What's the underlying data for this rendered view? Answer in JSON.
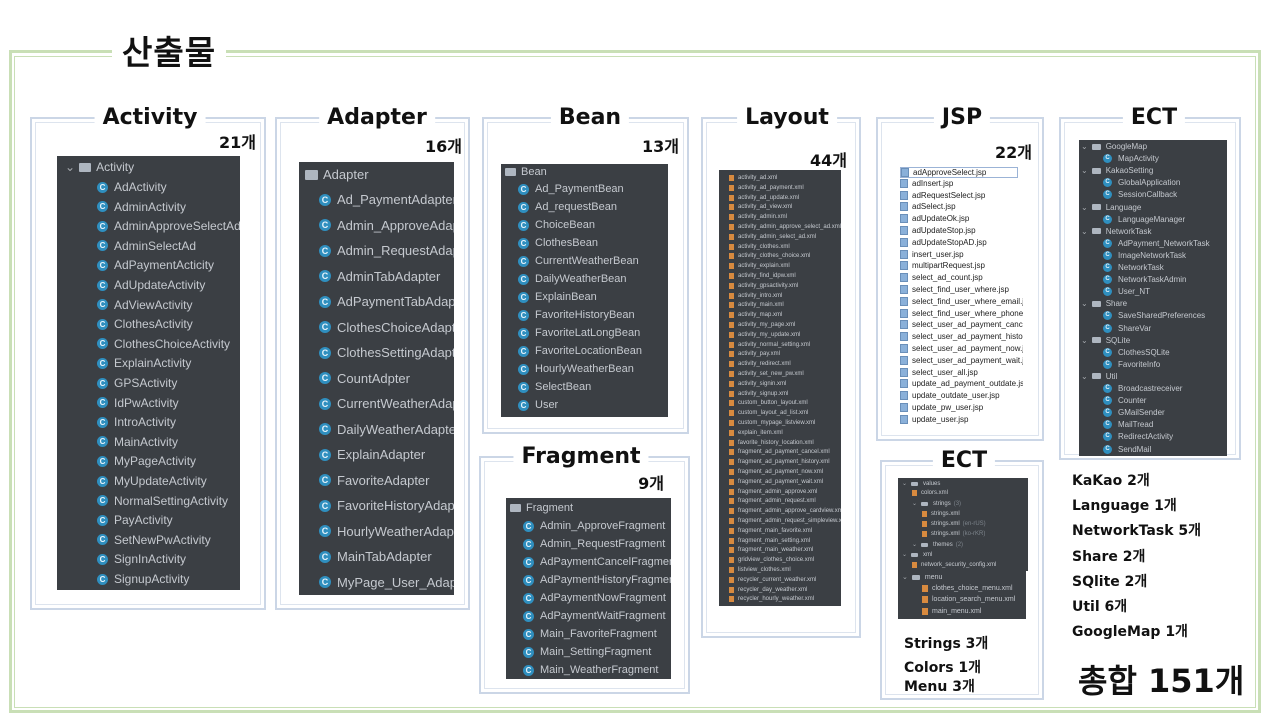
{
  "main_title": "산출물",
  "total": "총합 151개",
  "activity": {
    "title": "Activity",
    "count": "21개",
    "root": "Activity",
    "items": [
      "AdActivity",
      "AdminActivity",
      "AdminApproveSelectAd",
      "AdminSelectAd",
      "AdPaymentActicity",
      "AdUpdateActivity",
      "AdViewActivity",
      "ClothesActivity",
      "ClothesChoiceActivity",
      "ExplainActivity",
      "GPSActivity",
      "IdPwActivity",
      "IntroActivity",
      "MainActivity",
      "MyPageActivity",
      "MyUpdateActivity",
      "NormalSettingActivity",
      "PayActivity",
      "SetNewPwActivity",
      "SignInActivity",
      "SignupActivity"
    ]
  },
  "adapter": {
    "title": "Adapter",
    "count": "16개",
    "root": "Adapter",
    "items": [
      "Ad_PaymentAdapter",
      "Admin_ApproveAdapter",
      "Admin_RequestAdapter",
      "AdminTabAdapter",
      "AdPaymentTabAdapter",
      "ClothesChoiceAdapter",
      "ClothesSettingAdapter",
      "CountAdpter",
      "CurrentWeatherAdapter",
      "DailyWeatherAdapter",
      "ExplainAdapter",
      "FavoriteAdapter",
      "FavoriteHistoryAdapter",
      "HourlyWeatherAdapter",
      "MainTabAdapter",
      "MyPage_User_Adapter"
    ]
  },
  "bean": {
    "title": "Bean",
    "count": "13개",
    "root": "Bean",
    "items": [
      "Ad_PaymentBean",
      "Ad_requestBean",
      "ChoiceBean",
      "ClothesBean",
      "CurrentWeatherBean",
      "DailyWeatherBean",
      "ExplainBean",
      "FavoriteHistoryBean",
      "FavoriteLatLongBean",
      "FavoriteLocationBean",
      "HourlyWeatherBean",
      "SelectBean",
      "User"
    ]
  },
  "fragment": {
    "title": "Fragment",
    "count": "9개",
    "root": "Fragment",
    "items": [
      "Admin_ApproveFragment",
      "Admin_RequestFragment",
      "AdPaymentCancelFragment",
      "AdPaymentHistoryFragment",
      "AdPaymentNowFragment",
      "AdPaymentWaitFragment",
      "Main_FavoriteFragment",
      "Main_SettingFragment",
      "Main_WeatherFragment"
    ]
  },
  "layout": {
    "title": "Layout",
    "count": "44개",
    "items": [
      "activity_ad.xml",
      "activity_ad_payment.xml",
      "activity_ad_update.xml",
      "activity_ad_view.xml",
      "activity_admin.xml",
      "activity_admin_approve_select_ad.xml",
      "activity_admin_select_ad.xml",
      "activity_clothes.xml",
      "activity_clothes_choice.xml",
      "activity_explain.xml",
      "activity_find_idpw.xml",
      "activity_gpsactivity.xml",
      "activity_intro.xml",
      "activity_main.xml",
      "activity_map.xml",
      "activity_my_page.xml",
      "activity_my_update.xml",
      "activity_normal_setting.xml",
      "activity_pay.xml",
      "activity_redirect.xml",
      "activity_set_new_pw.xml",
      "activity_signin.xml",
      "activity_signup.xml",
      "custom_button_layout.xml",
      "custom_layout_ad_list.xml",
      "custom_mypage_listview.xml",
      "explain_item.xml",
      "favorite_history_location.xml",
      "fragment_ad_payment_cancel.xml",
      "fragment_ad_payment_history.xml",
      "fragment_ad_payment_now.xml",
      "fragment_ad_payment_wait.xml",
      "fragment_admin_approve.xml",
      "fragment_admin_request.xml",
      "fragment_admin_approve_cardview.xml",
      "fragment_admin_request_simpleview.xml",
      "fragment_main_favorite.xml",
      "fragment_main_setting.xml",
      "fragment_main_weather.xml",
      "gridview_clothes_choice.xml",
      "listview_clothes.xml",
      "recycler_current_weather.xml",
      "recycler_day_weather.xml",
      "recycler_hourly_weather.xml"
    ]
  },
  "jsp": {
    "title": "JSP",
    "count": "22개",
    "items": [
      "adApproveSelect.jsp",
      "adInsert.jsp",
      "adRequestSelect.jsp",
      "adSelect.jsp",
      "adUpdateOk.jsp",
      "adUpdateStop.jsp",
      "adUpdateStopAD.jsp",
      "insert_user.jsp",
      "multipartRequest.jsp",
      "select_ad_count.jsp",
      "select_find_user_where.jsp",
      "select_find_user_where_email.jsp",
      "select_find_user_where_phone.jsp",
      "select_user_ad_payment_cancel.jsp",
      "select_user_ad_payment_history.jsp",
      "select_user_ad_payment_now.jsp",
      "select_user_ad_payment_wait.jsp",
      "select_user_all.jsp",
      "update_ad_payment_outdate.jsp",
      "update_outdate_user.jsp",
      "update_pw_user.jsp",
      "update_user.jsp"
    ]
  },
  "ect_res": {
    "title": "ECT",
    "rows": [
      {
        "depth": 0,
        "kind": "folder",
        "text": "values"
      },
      {
        "depth": 1,
        "kind": "xml",
        "text": "colors.xml"
      },
      {
        "depth": 1,
        "kind": "folder",
        "text": "strings",
        "note": "(3)"
      },
      {
        "depth": 2,
        "kind": "xml",
        "text": "strings.xml"
      },
      {
        "depth": 2,
        "kind": "xml",
        "text": "strings.xml",
        "note": "(en-rUS)"
      },
      {
        "depth": 2,
        "kind": "xml",
        "text": "strings.xml",
        "note": "(ko-rKR)"
      },
      {
        "depth": 1,
        "kind": "folder",
        "text": "themes",
        "note": "(2)"
      },
      {
        "depth": 0,
        "kind": "folder",
        "text": "xml"
      },
      {
        "depth": 1,
        "kind": "xml",
        "text": "network_security_config.xml"
      }
    ],
    "menu_rows": [
      {
        "depth": 0,
        "kind": "folder",
        "text": "menu"
      },
      {
        "depth": 1,
        "kind": "xml",
        "text": "clothes_choice_menu.xml"
      },
      {
        "depth": 1,
        "kind": "xml",
        "text": "location_search_menu.xml"
      },
      {
        "depth": 1,
        "kind": "xml",
        "text": "main_menu.xml"
      }
    ],
    "summary": [
      "Strings 3개",
      "Colors 1개",
      "Menu 3개"
    ]
  },
  "ect_pkg": {
    "title": "ECT",
    "rows": [
      {
        "depth": 0,
        "kind": "folder",
        "text": "GoogleMap"
      },
      {
        "depth": 1,
        "kind": "class",
        "text": "MapActivity"
      },
      {
        "depth": 0,
        "kind": "folder",
        "text": "KakaoSetting"
      },
      {
        "depth": 1,
        "kind": "class",
        "text": "GlobalApplication"
      },
      {
        "depth": 1,
        "kind": "class",
        "text": "SessionCallback"
      },
      {
        "depth": 0,
        "kind": "folder",
        "text": "Language"
      },
      {
        "depth": 1,
        "kind": "class",
        "text": "LanguageManager"
      },
      {
        "depth": 0,
        "kind": "folder",
        "text": "NetworkTask"
      },
      {
        "depth": 1,
        "kind": "class",
        "text": "AdPayment_NetworkTask"
      },
      {
        "depth": 1,
        "kind": "class",
        "text": "ImageNetworkTask"
      },
      {
        "depth": 1,
        "kind": "class",
        "text": "NetworkTask"
      },
      {
        "depth": 1,
        "kind": "class",
        "text": "NetworkTaskAdmin"
      },
      {
        "depth": 1,
        "kind": "class",
        "text": "User_NT"
      },
      {
        "depth": 0,
        "kind": "folder",
        "text": "Share"
      },
      {
        "depth": 1,
        "kind": "class",
        "text": "SaveSharedPreferences"
      },
      {
        "depth": 1,
        "kind": "class",
        "text": "ShareVar"
      },
      {
        "depth": 0,
        "kind": "folder",
        "text": "SQLite"
      },
      {
        "depth": 1,
        "kind": "class",
        "text": "ClothesSQLite"
      },
      {
        "depth": 1,
        "kind": "class",
        "text": "FavoriteInfo"
      },
      {
        "depth": 0,
        "kind": "folder",
        "text": "Util"
      },
      {
        "depth": 1,
        "kind": "class",
        "text": "Broadcastreceiver"
      },
      {
        "depth": 1,
        "kind": "class",
        "text": "Counter"
      },
      {
        "depth": 1,
        "kind": "class",
        "text": "GMailSender"
      },
      {
        "depth": 1,
        "kind": "class",
        "text": "MailTread"
      },
      {
        "depth": 1,
        "kind": "class",
        "text": "RedirectActivity"
      },
      {
        "depth": 1,
        "kind": "class",
        "text": "SendMail"
      }
    ],
    "summary": [
      "KaKao 2개",
      "Language 1개",
      "NetworkTask 5개",
      "Share 2개",
      "SQlite 2개",
      "Util 6개",
      "GoogleMap 1개"
    ]
  },
  "colors": {
    "outer_border": "#c9dfb6",
    "panel_border": "#cbd6e6",
    "tree_bg": "#3b3f44",
    "tree_text": "#c5c9cf",
    "class_icon": "#2f8fbf"
  }
}
